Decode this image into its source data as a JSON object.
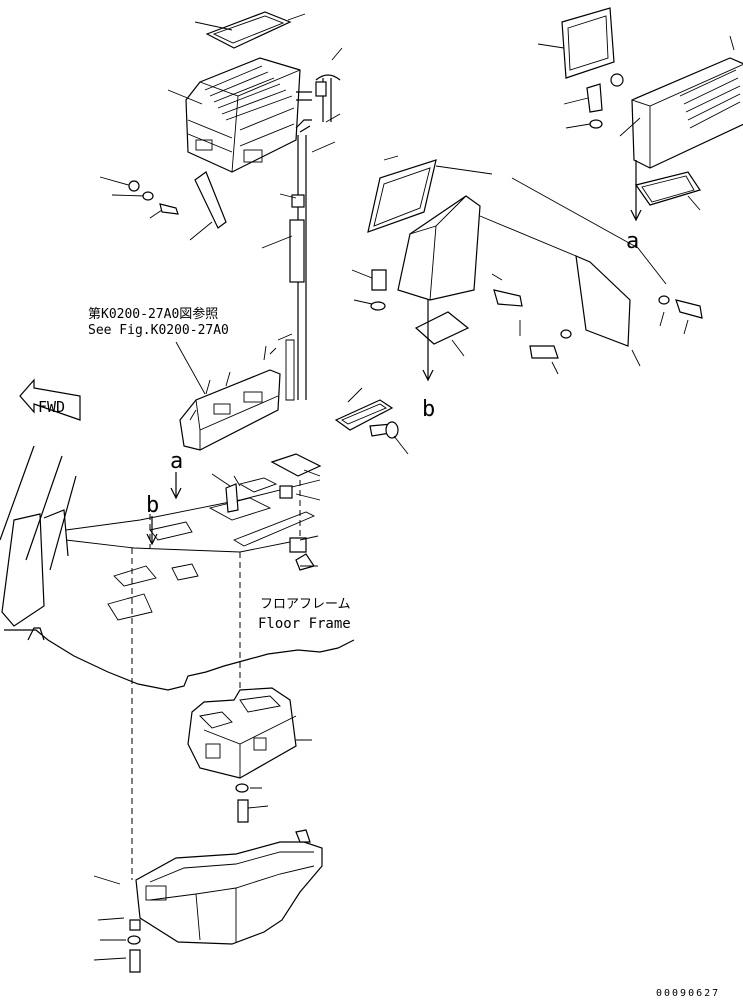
{
  "reference_note": {
    "jp": "第K0200-27A0図参照",
    "en": "See Fig.K0200-27A0"
  },
  "floor_frame_label": {
    "jp": "フロアフレーム",
    "en": "Floor Frame"
  },
  "fwd_label": "FWD",
  "connection_markers": [
    "a",
    "b"
  ],
  "drawing_number": "00090627"
}
